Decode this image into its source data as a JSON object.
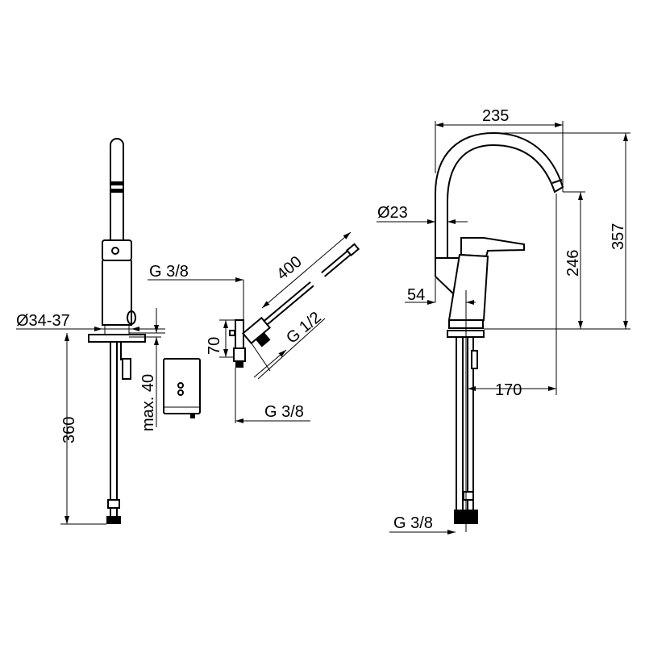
{
  "drawing": {
    "side_view": {
      "diameter_label": "Ø34-37",
      "height_label": "360",
      "max_thickness_label": "max. 40"
    },
    "valve_detail": {
      "inlet_top_label": "G 3/8",
      "height_label": "70",
      "hose_length_label": "400",
      "hose_thread_label": "G 1/2",
      "inlet_bottom_label": "G 3/8"
    },
    "front_view": {
      "width_label": "235",
      "spout_diameter_label": "Ø23",
      "offset_label": "54",
      "spout_height_label": "246",
      "total_height_label": "357",
      "reach_label": "170",
      "connection_label": "G 3/8"
    }
  }
}
